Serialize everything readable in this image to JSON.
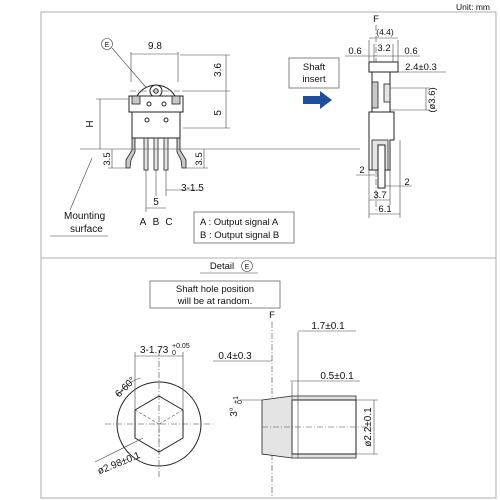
{
  "unit_label": "Unit: mm",
  "top": {
    "circled_e": "E",
    "dim_9_8": "9.8",
    "dim_3_6": "3.6",
    "dim_5_right": "5",
    "dim_H": "H",
    "dim_3_5_left": "3.5",
    "dim_3_5_right": "3.5",
    "dim_3_1_5": "3-1.5",
    "dim_5_bottom": "5",
    "pin_a": "A",
    "pin_b": "B",
    "pin_c": "C",
    "mounting_surface": "Mounting\nsurface",
    "mounting_line1": "Mounting",
    "mounting_line2": "surface",
    "legend_a": "A : Output signal A",
    "legend_b": "B : Output signal B",
    "shaft_insert_line1": "Shaft",
    "shaft_insert_line2": "insert",
    "side_F": "F",
    "side_4_4": "(4.4)",
    "side_0_6_left": "0.6",
    "side_3_2": "3.2",
    "side_0_6_right": "0.6",
    "side_2_4": "2.4±0.3",
    "side_dia_3_6": "(ø3.6)",
    "side_2_left": "2",
    "side_2_right": "2",
    "side_3_7": "3.7",
    "side_6_1": "6.1"
  },
  "detail": {
    "title": "Detail",
    "circled_e": "E",
    "note_line1": "Shaft hole position",
    "note_line2": "will be at random.",
    "dim_3_1_73": "3-1.73",
    "dim_3_1_73_tol": "+0.05\n0",
    "tol_upper": "+0.05",
    "tol_lower": "0",
    "dim_6_60": "6-60°",
    "dim_dia_2_98": "ø2.98±0.1",
    "F": "F",
    "dim_1_7": "1.7±0.1",
    "dim_0_4": "0.4±0.3",
    "dim_0_5": "0.5±0.1",
    "dim_3deg": "3°",
    "dim_3deg_tol": "+1\n0",
    "deg_tol_upper": "+1",
    "deg_tol_lower": "0",
    "dim_dia_2_2": "ø2.2±0.1"
  },
  "colors": {
    "arrow": "#1f4e9a",
    "part_fill_gray": "#c8c8c8",
    "frame": "#999999"
  },
  "icons": {
    "shaft_insert_arrow": "right-arrow-icon"
  }
}
